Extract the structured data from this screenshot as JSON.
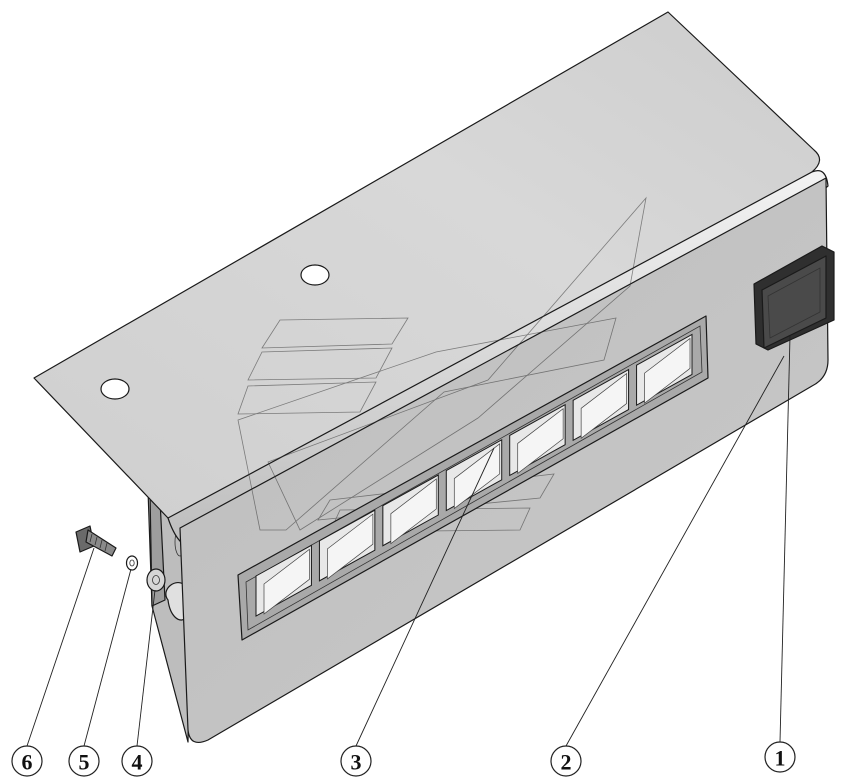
{
  "diagram": {
    "balloons": [
      {
        "id": "6",
        "label": "6"
      },
      {
        "id": "5",
        "label": "5"
      },
      {
        "id": "4",
        "label": "4"
      },
      {
        "id": "3",
        "label": "3"
      },
      {
        "id": "2",
        "label": "2"
      },
      {
        "id": "1",
        "label": "1"
      }
    ]
  },
  "colors": {
    "sheet_top": "#d3d3d3",
    "sheet_front": "#c2c2c2",
    "bend_highlight": "#ececec",
    "window_frame": "#a9a9a9",
    "window_cell": "#e6e6e6",
    "indicator": "#3a3a3a",
    "line": "#1a1a1a"
  },
  "parts": [
    {
      "balloon": "1",
      "name": "indicator-lamp"
    },
    {
      "balloon": "2",
      "name": "cover-housing"
    },
    {
      "balloon": "3",
      "name": "vent-window-frame"
    },
    {
      "balloon": "4",
      "name": "flat-washer"
    },
    {
      "balloon": "5",
      "name": "lock-washer"
    },
    {
      "balloon": "6",
      "name": "screw"
    }
  ]
}
